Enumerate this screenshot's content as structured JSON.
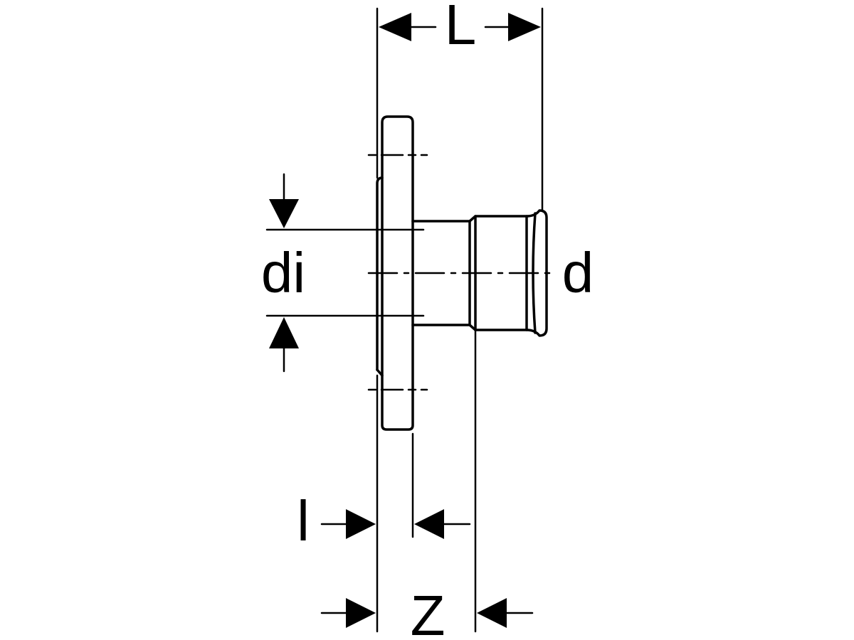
{
  "diagram": {
    "labels": {
      "L": "L",
      "d": "d",
      "di": "di",
      "l": "l",
      "Z": "Z"
    },
    "colors": {
      "stroke": "#000000",
      "background": "#ffffff"
    }
  }
}
